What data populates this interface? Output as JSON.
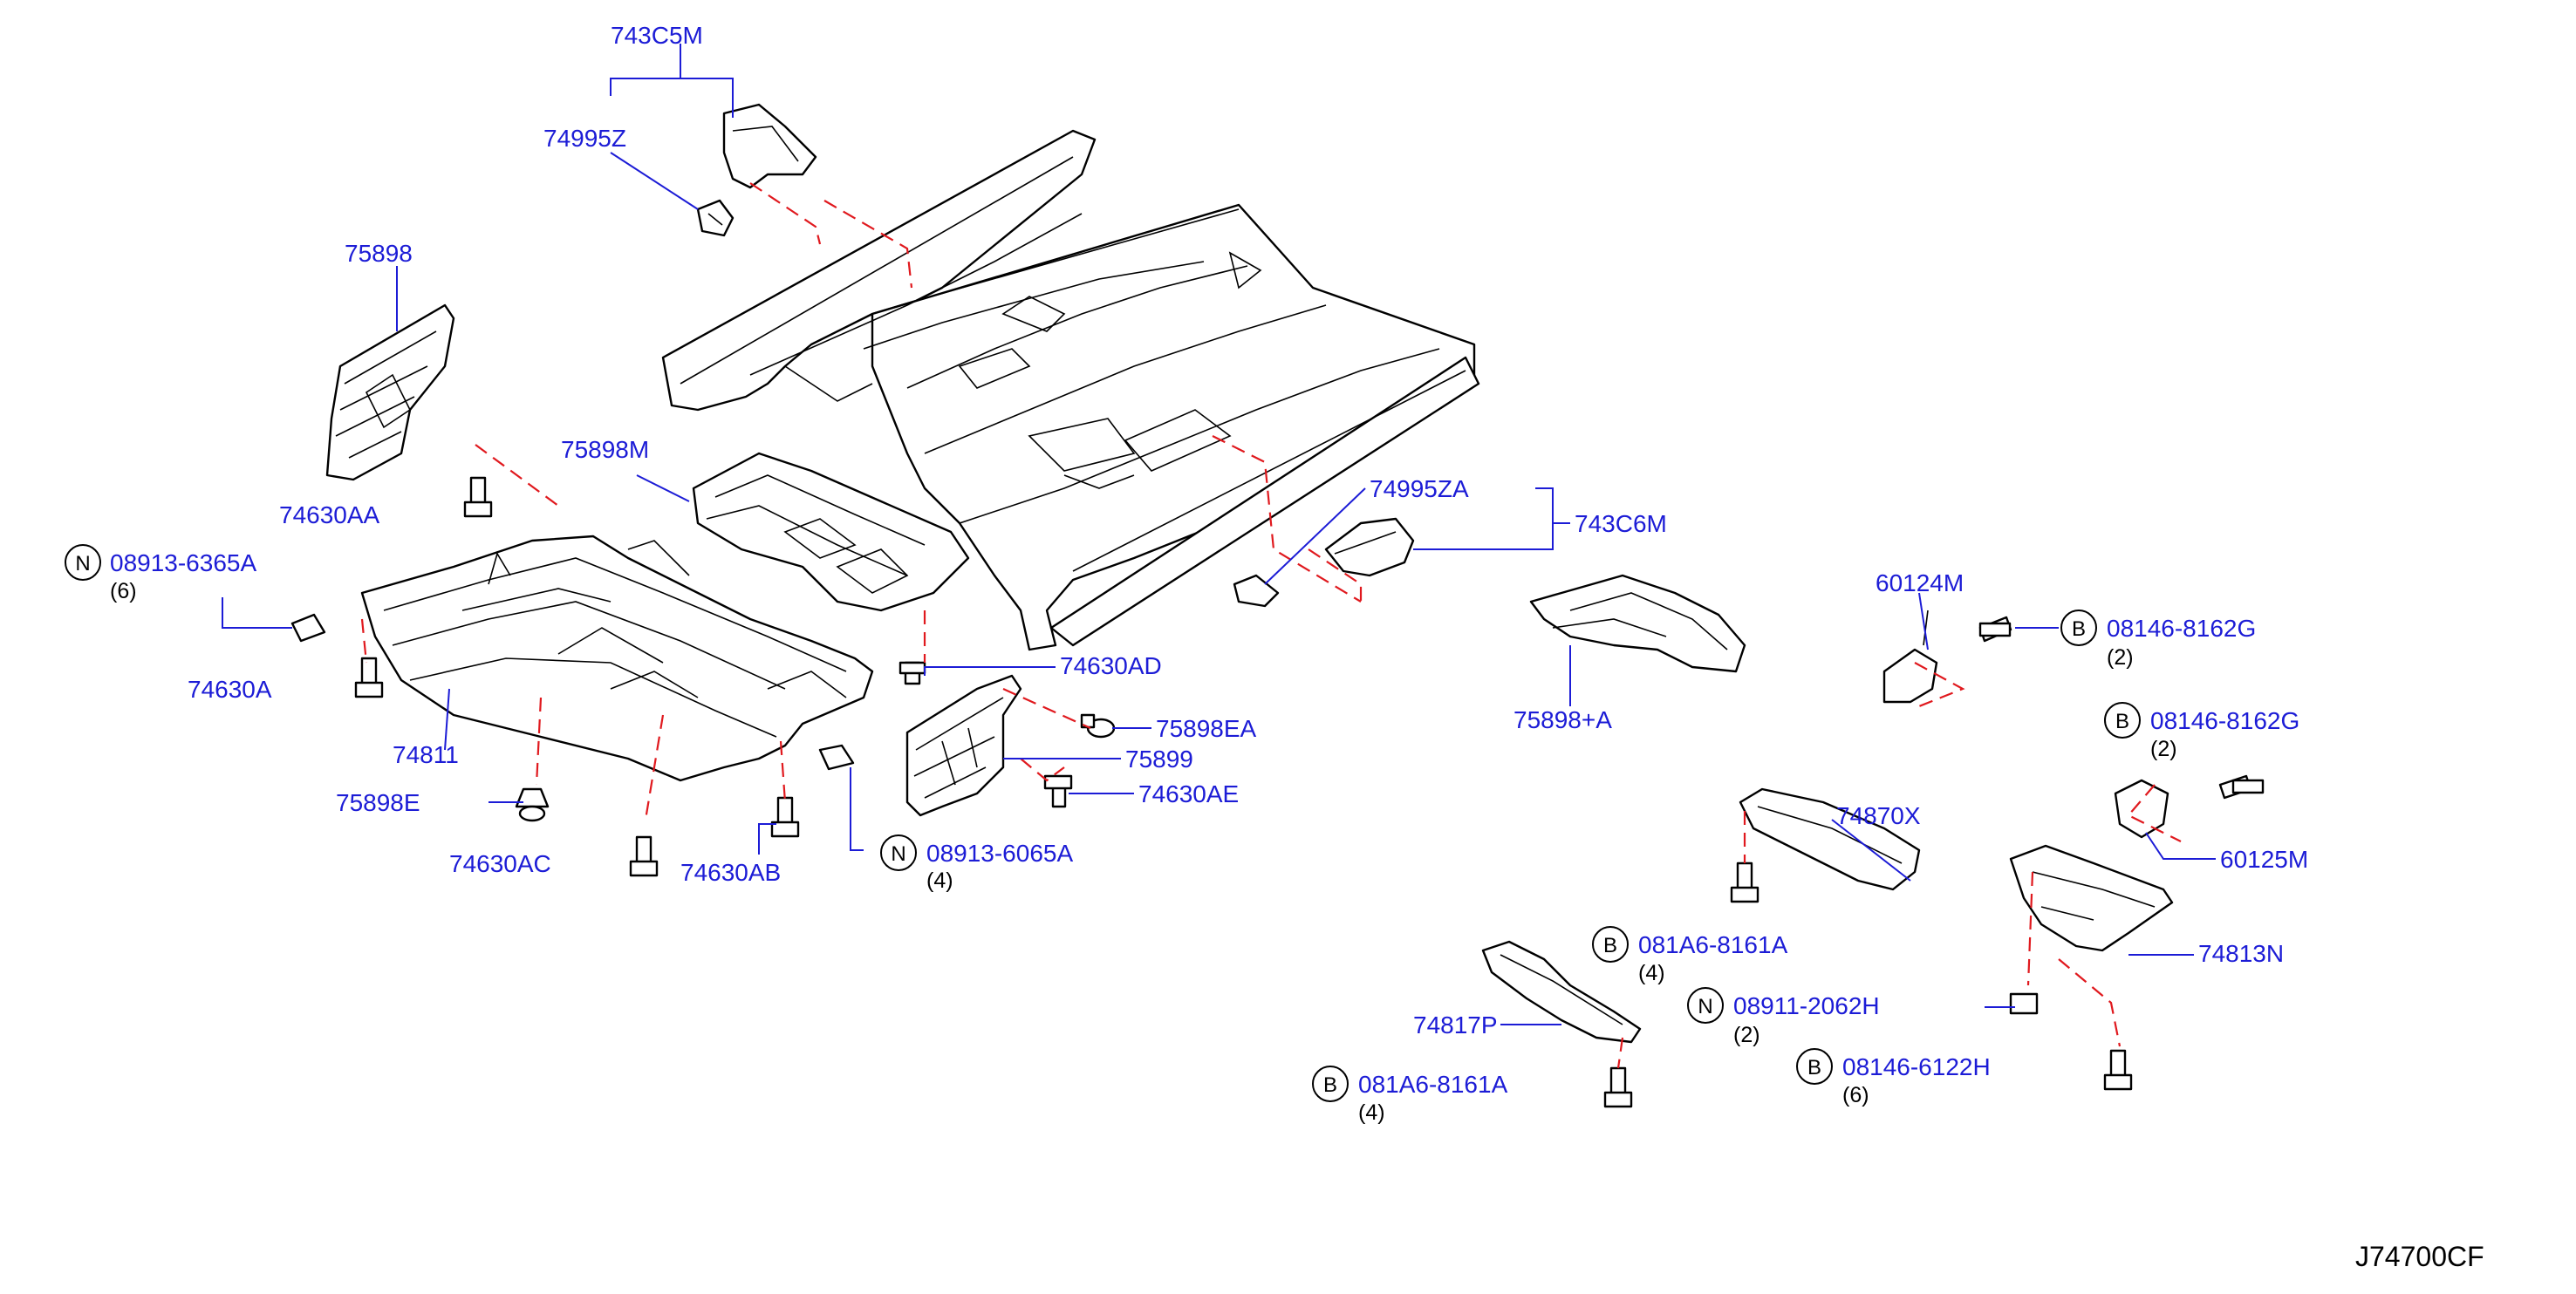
{
  "diagram": {
    "reference_code": "J74700CF",
    "colors": {
      "label": "#1c1cd6",
      "dashed_guide": "#e0191e",
      "line": "#000000"
    },
    "labels": {
      "p743C5M": "743C5M",
      "p74995Z": "74995Z",
      "p75898": "75898",
      "p74630AA": "74630AA",
      "p75898M": "75898M",
      "p74630A": "74630A",
      "p74811": "74811",
      "p75898E": "75898E",
      "p74630AC": "74630AC",
      "p74630AB": "74630AB",
      "p74630AD": "74630AD",
      "p75898EA": "75898EA",
      "p75899": "75899",
      "p74630AE": "74630AE",
      "p74995ZA": "74995ZA",
      "p743C6M": "743C6M",
      "p75898A": "75898+A",
      "p60124M": "60124M",
      "p74870X": "74870X",
      "p60125M": "60125M",
      "p74813N": "74813N",
      "p74817P": "74817P"
    },
    "fasteners": {
      "f1": {
        "prefix": "N",
        "code": "08913-6365A",
        "qty": "(6)"
      },
      "f2": {
        "prefix": "N",
        "code": "08913-6065A",
        "qty": "(4)"
      },
      "f3": {
        "prefix": "B",
        "code": "08146-8162G",
        "qty": "(2)"
      },
      "f4": {
        "prefix": "B",
        "code": "08146-8162G",
        "qty": "(2)"
      },
      "f5": {
        "prefix": "B",
        "code": "081A6-8161A",
        "qty": "(4)"
      },
      "f6": {
        "prefix": "N",
        "code": "08911-2062H",
        "qty": "(2)"
      },
      "f7": {
        "prefix": "B",
        "code": "08146-6122H",
        "qty": "(6)"
      },
      "f8": {
        "prefix": "B",
        "code": "081A6-8161A",
        "qty": "(4)"
      }
    }
  }
}
